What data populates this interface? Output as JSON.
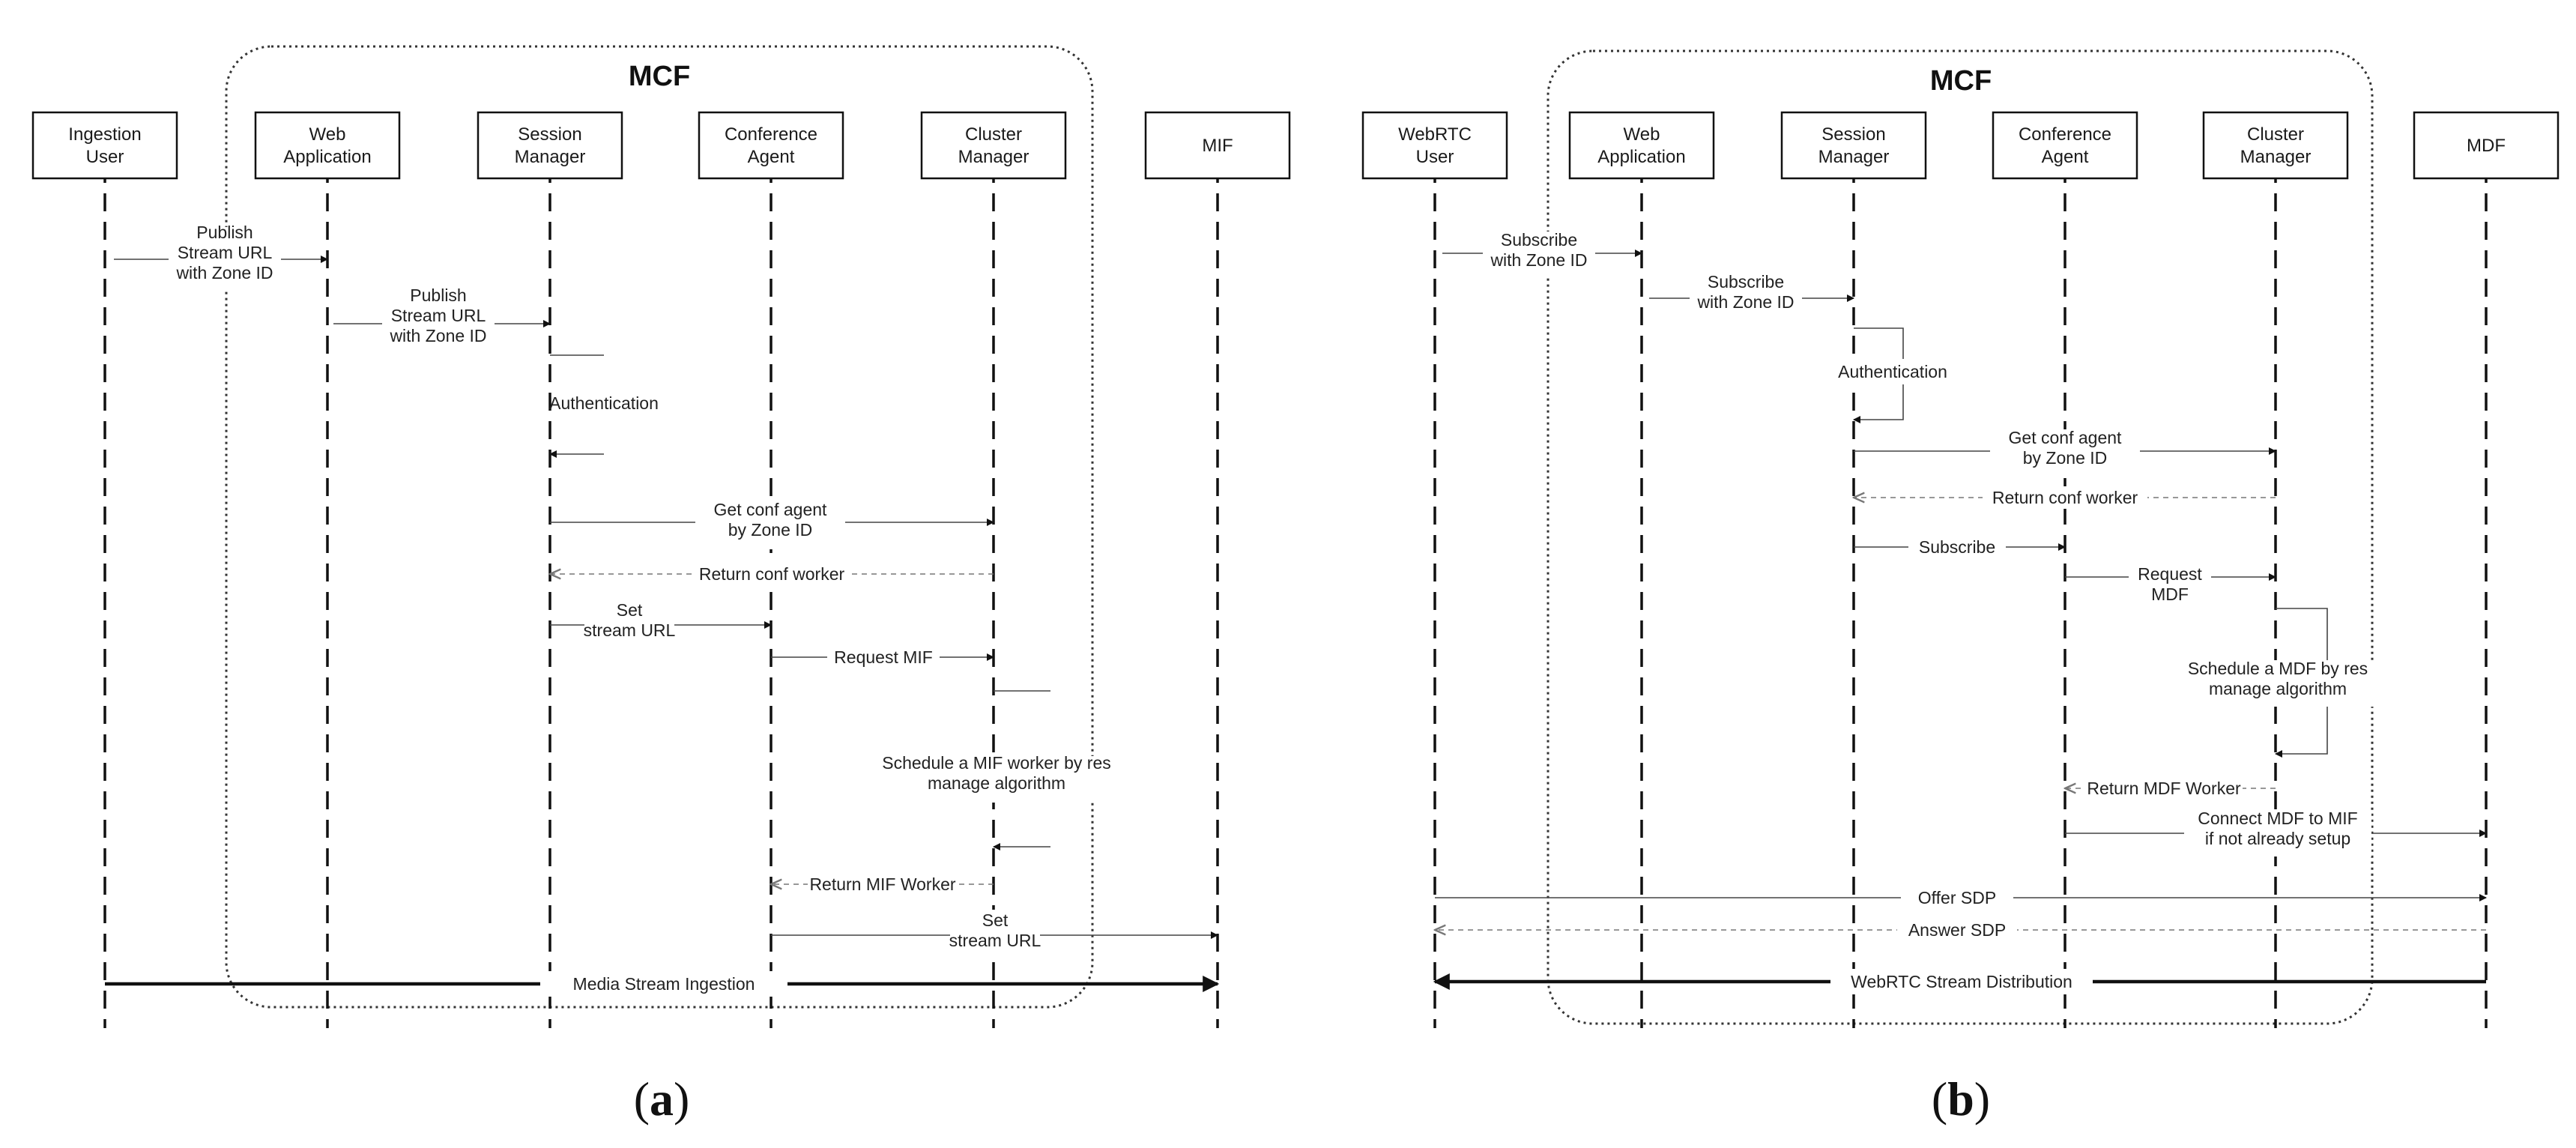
{
  "caption_a_open": "(",
  "caption_a": "a",
  "caption_a_close": ")",
  "caption_b_open": "(",
  "caption_b": "b",
  "caption_b_close": ")",
  "diagram_a": {
    "group_label": "MCF",
    "participants": [
      [
        "Ingestion",
        "User"
      ],
      [
        "Web",
        "Application"
      ],
      [
        "Session",
        "Manager"
      ],
      [
        "Conference",
        "Agent"
      ],
      [
        "Cluster",
        "Manager"
      ],
      [
        "MIF"
      ]
    ],
    "messages": [
      [
        "Publish",
        "Stream URL",
        "with Zone ID"
      ],
      [
        "Publish",
        "Stream URL",
        "with Zone ID"
      ],
      [
        "Authentication"
      ],
      [
        "Get conf agent",
        "by Zone ID"
      ],
      [
        "Return conf worker"
      ],
      [
        "Set",
        "stream URL"
      ],
      [
        "Request MIF"
      ],
      [
        "Schedule a MIF worker by res",
        "manage algorithm"
      ],
      [
        "Return MIF Worker"
      ],
      [
        "Set",
        "stream URL"
      ],
      [
        "Media Stream Ingestion"
      ]
    ]
  },
  "diagram_b": {
    "group_label": "MCF",
    "participants": [
      [
        "WebRTC",
        "User"
      ],
      [
        "Web",
        "Application"
      ],
      [
        "Session",
        "Manager"
      ],
      [
        "Conference",
        "Agent"
      ],
      [
        "Cluster",
        "Manager"
      ],
      [
        "MDF"
      ]
    ],
    "messages": [
      [
        "Subscribe",
        "with Zone ID"
      ],
      [
        "Subscribe",
        "with Zone ID"
      ],
      [
        "Authentication"
      ],
      [
        "Get conf agent",
        "by Zone ID"
      ],
      [
        "Return conf worker"
      ],
      [
        "Subscribe"
      ],
      [
        "Request",
        "MDF"
      ],
      [
        "Schedule a MDF by res",
        "manage algorithm"
      ],
      [
        "Return MDF Worker"
      ],
      [
        "Connect MDF to MIF",
        "if not already setup"
      ],
      [
        "Offer SDP"
      ],
      [
        "Answer SDP"
      ],
      [
        "WebRTC Stream Distribution"
      ]
    ]
  }
}
